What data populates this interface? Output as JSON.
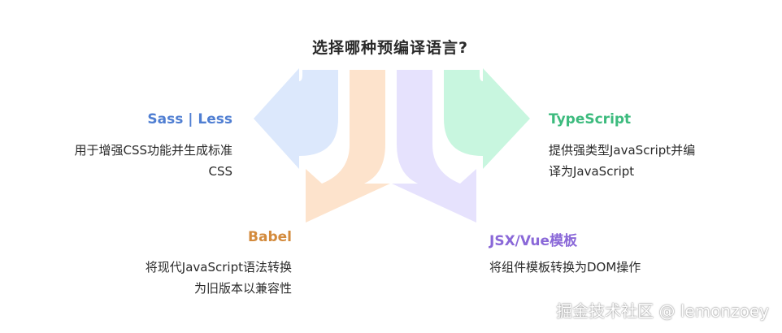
{
  "title": "选择哪种预编译语言?",
  "branches": [
    {
      "key": "sass",
      "heading": "Sass | Less",
      "color": "#4f7ed2",
      "fill": "#dce8fc",
      "desc_line1": "用于增强CSS功能并生成标准",
      "desc_line2": "CSS"
    },
    {
      "key": "babel",
      "heading": "Babel",
      "color": "#d38a3c",
      "fill": "#fde3cc",
      "desc_line1": "将现代JavaScript语法转换",
      "desc_line2": "为旧版本以兼容性"
    },
    {
      "key": "jsx",
      "heading": "JSX/Vue模板",
      "color": "#8a68d8",
      "fill": "#e6e2fd",
      "desc_line1": "将组件模板转换为DOM操作",
      "desc_line2": ""
    },
    {
      "key": "ts",
      "heading": "TypeScript",
      "color": "#3dbb7e",
      "fill": "#c8f6df",
      "desc_line1": "提供强类型JavaScript并编",
      "desc_line2": "译为JavaScript"
    }
  ],
  "watermark": "掘金技术社区 @ lemonzoey"
}
